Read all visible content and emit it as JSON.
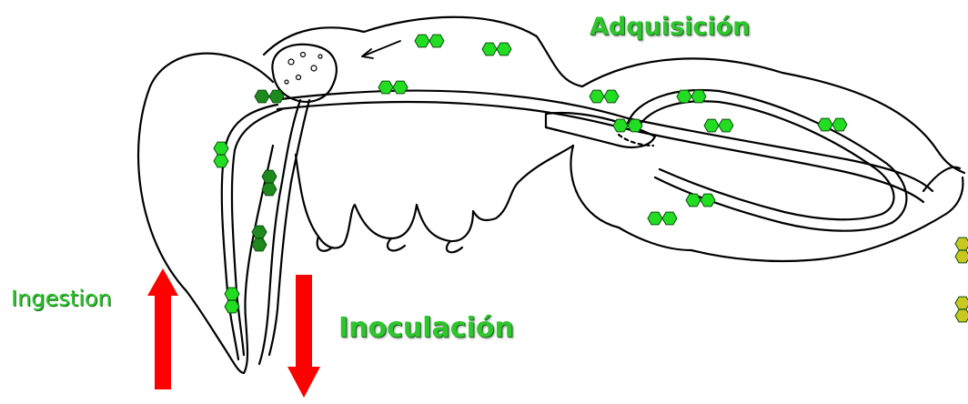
{
  "labels": {
    "acquisition": "Adquisición",
    "ingestion": "Ingestion",
    "inoculation": "Inoculación"
  },
  "colors": {
    "label_green": "#2ec52e",
    "virus_bright": "#22dd22",
    "virus_dark": "#1e8a1e",
    "virus_yellow": "#c8c81e",
    "arrow_red": "#ff0000",
    "outline": "#000000"
  },
  "arrows": {
    "ingestion_direction": "up",
    "inoculation_direction": "down",
    "flow_direction": "left"
  },
  "virus_particle_icon": "hexagon-cluster-icon"
}
